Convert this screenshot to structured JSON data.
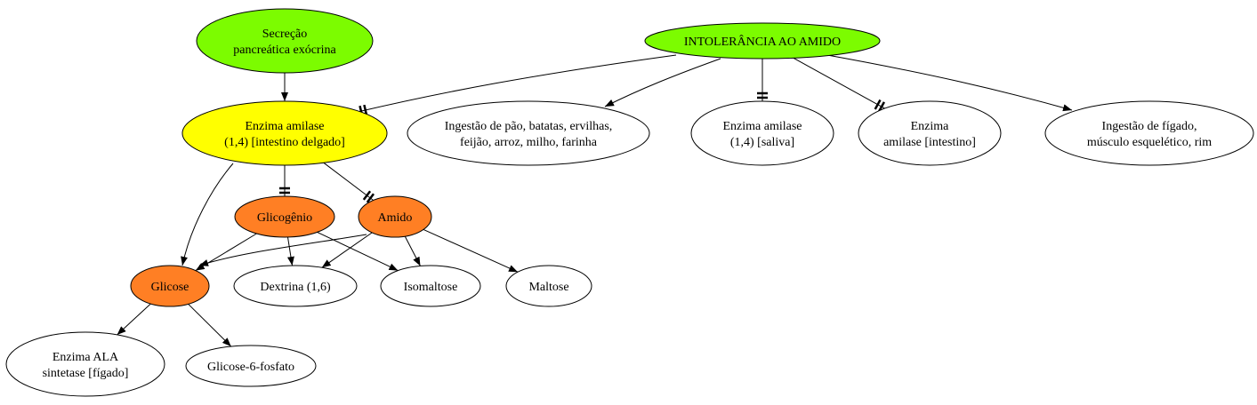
{
  "diagram": {
    "nodes": [
      {
        "id": "secrecao",
        "lines": [
          "Secreção",
          "pancreática exócrina"
        ],
        "fill": "#7cfc00"
      },
      {
        "id": "intolerancia",
        "lines": [
          "INTOLERÂNCIA AO AMIDO"
        ],
        "fill": "#7cfc00"
      },
      {
        "id": "amilase_intestino_delgado",
        "lines": [
          "Enzima amilase",
          "(1,4) [intestino delgado]"
        ],
        "fill": "#ffff00"
      },
      {
        "id": "ingestao_pao",
        "lines": [
          "Ingestão de pão, batatas, ervilhas,",
          "feijão, arroz, milho, farinha"
        ],
        "fill": "#ffffff"
      },
      {
        "id": "amilase_saliva",
        "lines": [
          "Enzima amilase",
          "(1,4) [saliva]"
        ],
        "fill": "#ffffff"
      },
      {
        "id": "amilase_intestino",
        "lines": [
          "Enzima",
          "amilase [intestino]"
        ],
        "fill": "#ffffff"
      },
      {
        "id": "ingestao_figado",
        "lines": [
          "Ingestão de fígado,",
          "músculo esquelético, rim"
        ],
        "fill": "#ffffff"
      },
      {
        "id": "glicogenio",
        "lines": [
          "Glicogênio"
        ],
        "fill": "#ff7f24"
      },
      {
        "id": "amido",
        "lines": [
          "Amido"
        ],
        "fill": "#ff7f24"
      },
      {
        "id": "glicose",
        "lines": [
          "Glicose"
        ],
        "fill": "#ff7f24"
      },
      {
        "id": "dextrina",
        "lines": [
          "Dextrina (1,6)"
        ],
        "fill": "#ffffff"
      },
      {
        "id": "isomaltose",
        "lines": [
          "Isomaltose"
        ],
        "fill": "#ffffff"
      },
      {
        "id": "maltose",
        "lines": [
          "Maltose"
        ],
        "fill": "#ffffff"
      },
      {
        "id": "ala_sintetase",
        "lines": [
          "Enzima ALA",
          "sintetase [fígado]"
        ],
        "fill": "#ffffff"
      },
      {
        "id": "glicose6",
        "lines": [
          "Glicose-6-fosfato"
        ],
        "fill": "#ffffff"
      }
    ],
    "edges": [
      {
        "from": "secrecao",
        "to": "amilase_intestino_delgado",
        "head": "arrow"
      },
      {
        "from": "intolerancia",
        "to": "amilase_intestino_delgado",
        "head": "tee"
      },
      {
        "from": "intolerancia",
        "to": "ingestao_pao",
        "head": "arrow"
      },
      {
        "from": "intolerancia",
        "to": "amilase_saliva",
        "head": "tee"
      },
      {
        "from": "intolerancia",
        "to": "amilase_intestino",
        "head": "tee"
      },
      {
        "from": "intolerancia",
        "to": "ingestao_figado",
        "head": "arrow"
      },
      {
        "from": "amilase_intestino_delgado",
        "to": "glicogenio",
        "head": "tee"
      },
      {
        "from": "amilase_intestino_delgado",
        "to": "amido",
        "head": "tee"
      },
      {
        "from": "amilase_intestino_delgado",
        "to": "glicose",
        "head": "arrow"
      },
      {
        "from": "glicogenio",
        "to": "glicose",
        "head": "arrow"
      },
      {
        "from": "glicogenio",
        "to": "dextrina",
        "head": "arrow"
      },
      {
        "from": "glicogenio",
        "to": "isomaltose",
        "head": "arrow"
      },
      {
        "from": "amido",
        "to": "glicose",
        "head": "arrow"
      },
      {
        "from": "amido",
        "to": "dextrina",
        "head": "arrow"
      },
      {
        "from": "amido",
        "to": "isomaltose",
        "head": "arrow"
      },
      {
        "from": "amido",
        "to": "maltose",
        "head": "arrow"
      },
      {
        "from": "glicose",
        "to": "ala_sintetase",
        "head": "arrow"
      },
      {
        "from": "glicose",
        "to": "glicose6",
        "head": "arrow"
      }
    ]
  }
}
